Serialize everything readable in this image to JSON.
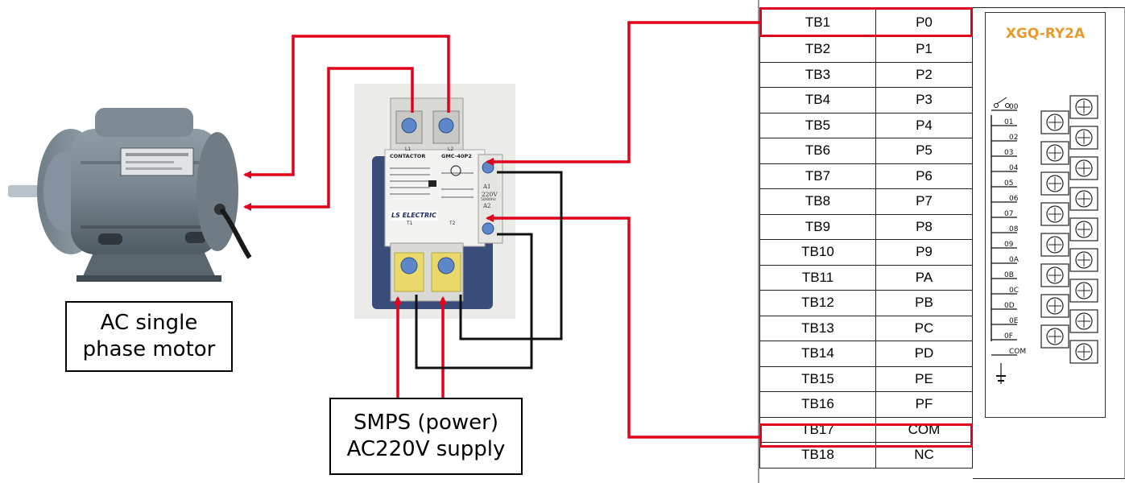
{
  "labels": {
    "motor": [
      "AC single",
      "phase motor"
    ],
    "smps": [
      "SMPS (power)",
      "AC220V supply"
    ]
  },
  "contactor": {
    "brand_line": "CONTACTOR",
    "model": "GMC-40P2",
    "coil_text": [
      "A1",
      "220V",
      "50/60Hz",
      "A2"
    ],
    "top_terminals": [
      "L1",
      "L2"
    ],
    "bottom_terminals": [
      "T1",
      "T2"
    ],
    "maker": "LS ELECTRIC"
  },
  "module": {
    "title": "XGQ-RY2A",
    "terminals": [
      "00",
      "01",
      "02",
      "03",
      "04",
      "05",
      "06",
      "07",
      "08",
      "09",
      "0A",
      "0B",
      "0C",
      "0D",
      "0E",
      "0F",
      "COM"
    ]
  },
  "tb_table": {
    "rows": [
      [
        "TB1",
        "P0"
      ],
      [
        "TB2",
        "P1"
      ],
      [
        "TB3",
        "P2"
      ],
      [
        "TB4",
        "P3"
      ],
      [
        "TB5",
        "P4"
      ],
      [
        "TB6",
        "P5"
      ],
      [
        "TB7",
        "P6"
      ],
      [
        "TB8",
        "P7"
      ],
      [
        "TB9",
        "P8"
      ],
      [
        "TB10",
        "P9"
      ],
      [
        "TB11",
        "PA"
      ],
      [
        "TB12",
        "PB"
      ],
      [
        "TB13",
        "PC"
      ],
      [
        "TB14",
        "PD"
      ],
      [
        "TB15",
        "PE"
      ],
      [
        "TB16",
        "PF"
      ],
      [
        "TB17",
        "COM"
      ],
      [
        "TB18",
        "NC"
      ]
    ]
  },
  "colors": {
    "wire_red": "#e3001b",
    "wire_black": "#111111",
    "module_title": "#e89a2b"
  }
}
